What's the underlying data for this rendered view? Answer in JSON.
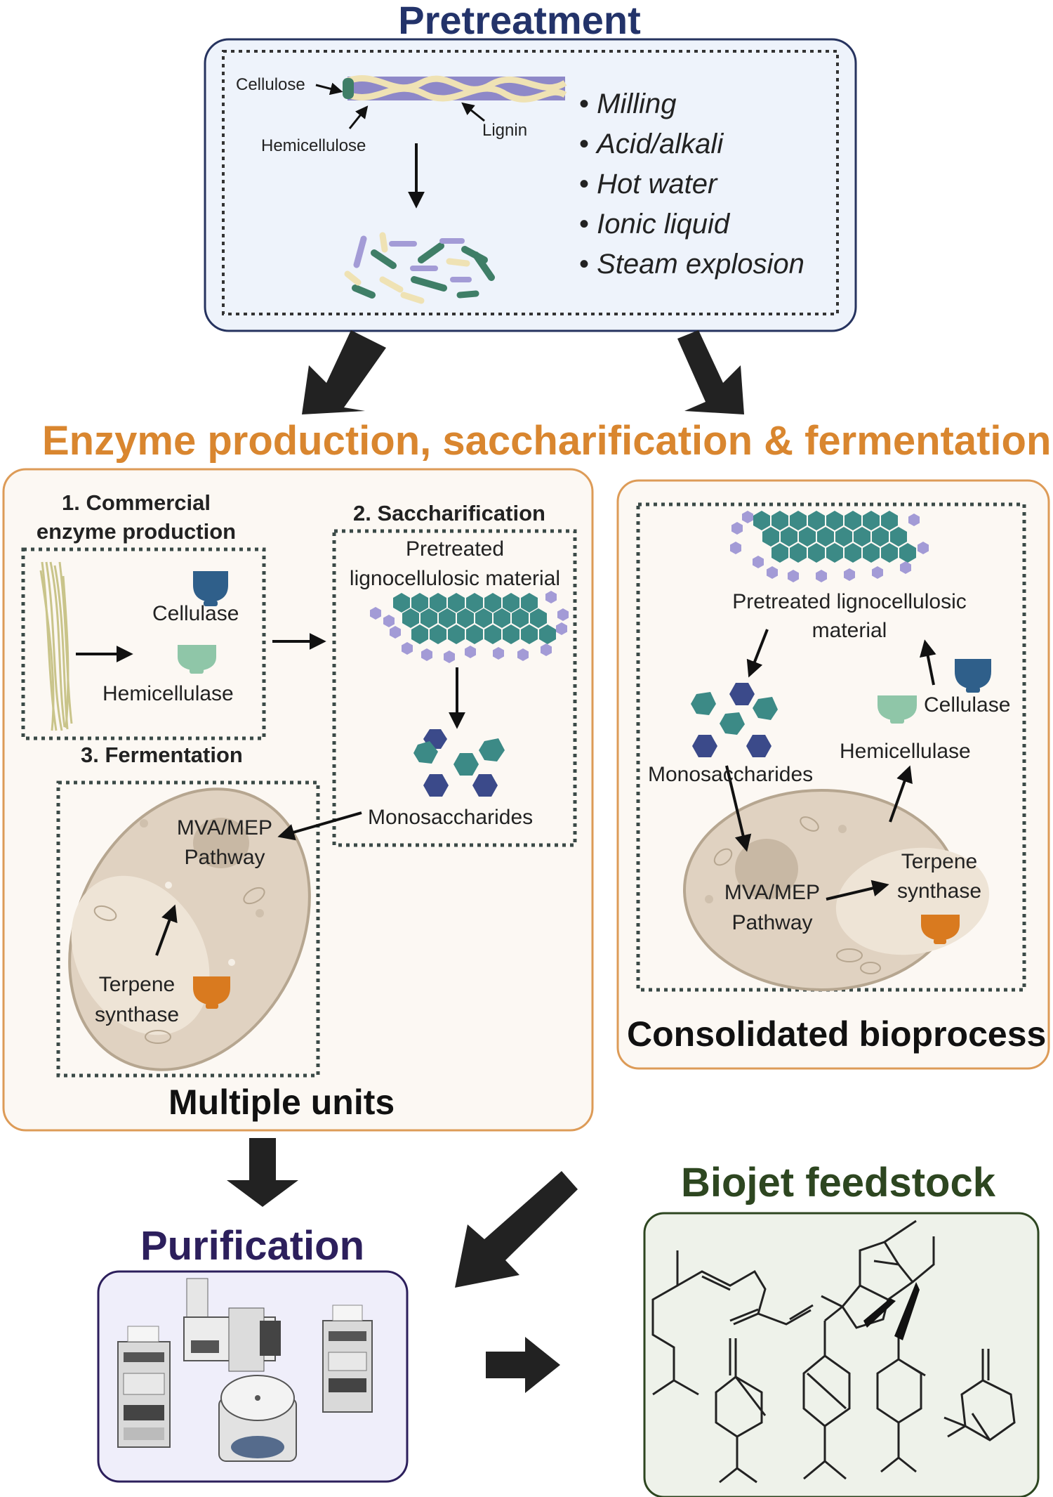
{
  "headings": {
    "pretreatment": "Pretreatment",
    "enzyme": "Enzyme production, saccharification & fermentation",
    "purification": "Purification",
    "biojet": "Biojet feedstock",
    "multiple_units": "Multiple units",
    "consolidated": "Consolidated bioprocess"
  },
  "pretreatment": {
    "cellulose": "Cellulose",
    "hemicellulose": "Hemicellulose",
    "lignin": "Lignin",
    "methods": [
      "Milling",
      "Acid/alkali",
      "Hot water",
      "Ionic liquid",
      "Steam explosion"
    ]
  },
  "multiple_units": {
    "step1_line1": "1. Commercial",
    "step1_line2": "enzyme production",
    "cellulase": "Cellulase",
    "hemicellulase": "Hemicellulase",
    "step2": "2. Saccharification",
    "pretreated_line1": "Pretreated",
    "pretreated_line2": "lignocellulosic material",
    "monosaccharides": "Monosaccharides",
    "step3": "3. Fermentation",
    "pathway_line1": "MVA/MEP",
    "pathway_line2": "Pathway",
    "terpene_line1": "Terpene",
    "terpene_line2": "synthase"
  },
  "consolidated": {
    "pretreated_line1": "Pretreated lignocellulosic",
    "pretreated_line2": "material",
    "monosaccharides": "Monosaccharides",
    "cellulase": "Cellulase",
    "hemicellulase": "Hemicellulase",
    "pathway_line1": "MVA/MEP",
    "pathway_line2": "Pathway",
    "terpene_line1": "Terpene",
    "terpene_line2": "synthase"
  },
  "colors": {
    "pretreatment_title": "#23336a",
    "enzyme_title": "#d9862f",
    "purification_title": "#2c1f5c",
    "biojet_title": "#2d4620",
    "cellulase": "#2f5f8a",
    "hemicellulase": "#8fc6a8",
    "terpene_synthase": "#d97a1f",
    "monosaccharide_teal": "#3c8a86",
    "monosaccharide_navy": "#3b4a8a"
  }
}
